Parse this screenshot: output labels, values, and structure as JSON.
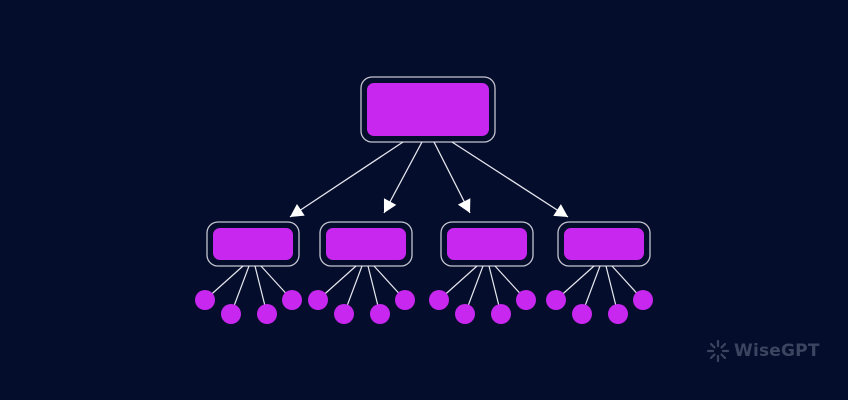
{
  "diagram": {
    "type": "tree-hierarchy",
    "root_count": 1,
    "child_count": 4,
    "leaves_per_child": 4,
    "colors": {
      "background": "#040d2b",
      "node_fill": "#c727ef",
      "line": "#e6e6ee",
      "watermark": "#3a4560"
    }
  },
  "watermark": {
    "text": "WiseGPT"
  }
}
